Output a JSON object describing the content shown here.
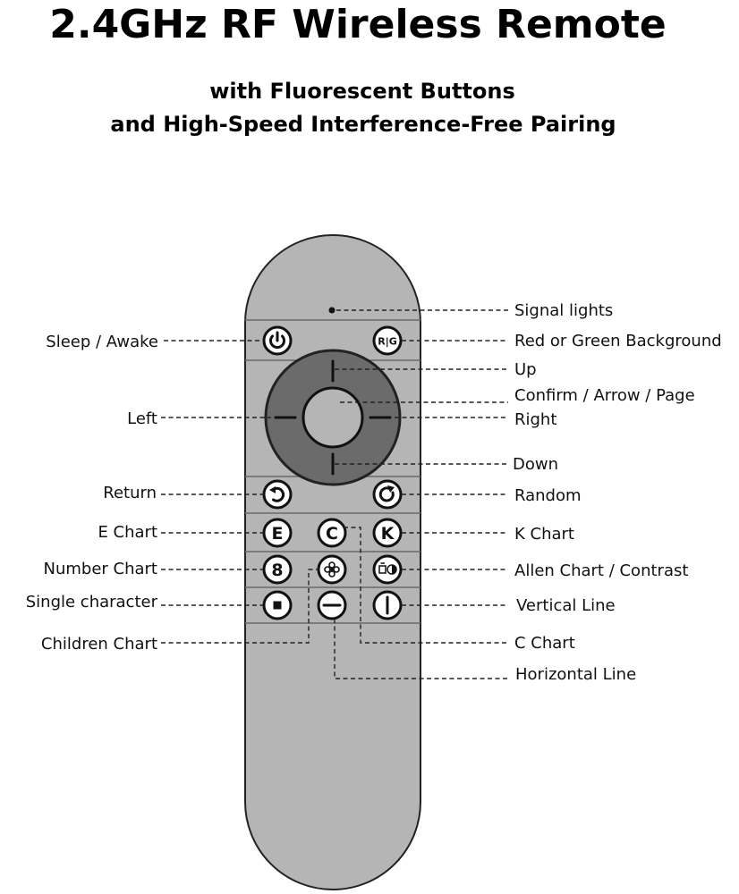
{
  "title": "2.4GHz RF Wireless Remote",
  "subtitle_line1": "with Fluorescent Buttons",
  "subtitle_line2": "and High-Speed Interference-Free Pairing",
  "labels": {
    "signal_lights": "Signal lights",
    "sleep_awake": "Sleep / Awake",
    "red_green": "Red or Green Background",
    "up": "Up",
    "confirm": "Confirm / Arrow / Page",
    "left": "Left",
    "right": "Right",
    "down": "Down",
    "return": "Return",
    "random": "Random",
    "e_chart": "E Chart",
    "k_chart": "K Chart",
    "number_chart": "Number Chart",
    "allen_chart": "Allen Chart / Contrast",
    "single_character": "Single character",
    "vertical_line": "Vertical Line",
    "children_chart": "Children Chart",
    "c_chart": "C Chart",
    "horizontal_line": "Horizontal Line"
  },
  "button_glyphs": {
    "rg": "R|G",
    "e": "E",
    "c": "C",
    "k": "K",
    "eight": "8"
  },
  "colors": {
    "remote_body": "#b5b5b5",
    "dpad_ring": "#6b6b6b",
    "center_button": "#b5b5b5",
    "button_face": "#ffffff"
  }
}
